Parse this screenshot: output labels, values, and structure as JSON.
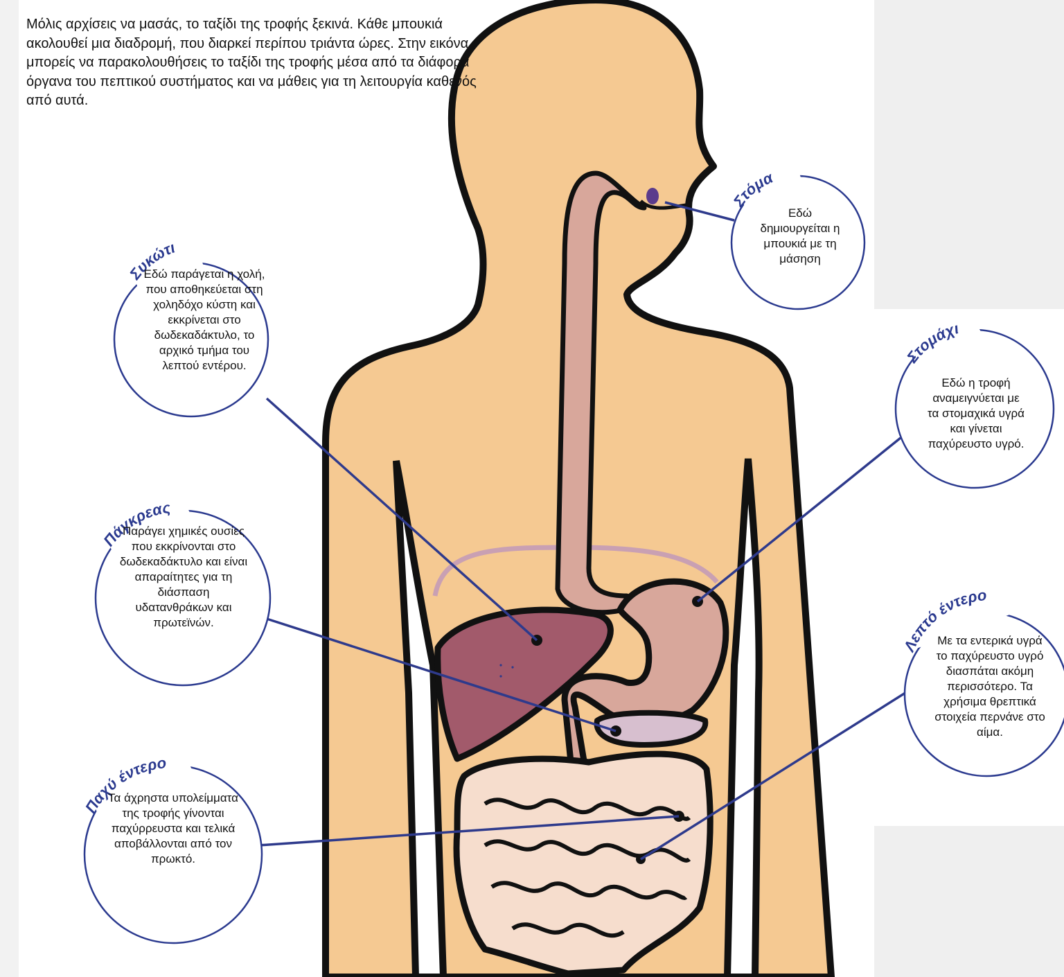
{
  "intro_text": "Μόλις αρχίσεις να μασάς, το ταξίδι της τροφής ξεκινά. Κάθε μπουκιά ακολουθεί μια διαδρομή, που διαρκεί περίπου τριάντα ώρες. Στην εικόνα μπορείς να παρακολουθήσεις το ταξίδι της τροφής μέσα από τα διάφορα όργανα του πεπτικού συστήματος και να μάθεις για τη λειτουργία καθενός από αυτά.",
  "organs": {
    "mouth": {
      "title": "Στόμα",
      "description": "Εδώ δημιουργείται η μπουκιά με τη μάσηση"
    },
    "liver": {
      "title": "Συκώτι",
      "description": "Εδώ παράγεται η χολή, που αποθηκεύεται στη χοληδόχο κύστη και εκκρίνεται στο δωδεκαδάκτυλο, το αρχικό τμήμα του λεπτού εντέρου."
    },
    "stomach": {
      "title": "Στομάχι",
      "description": "Εδώ η τροφή αναμειγνύεται με τα στομαχικά υγρά και γίνεται παχύρευστο υγρό."
    },
    "pancreas": {
      "title": "Πάγκρεας",
      "description": "Παράγει χημικές ουσίες που εκκρίνονται στο δωδεκαδάκτυλο και είναι απαραίτητες για τη διάσπαση υδατανθράκων και πρωτεϊνών."
    },
    "small_intestine": {
      "title": "Λεπτό έντερο",
      "description": "Με τα εντερικά υγρά το παχύρευστο υγρό διασπάται ακόμη περισσότερο. Τα χρήσιμα θρεπτικά στοιχεία περνάνε στο αίμα."
    },
    "large_intestine": {
      "title": "Παχύ έντερο",
      "description": "Τα άχρηστα υπολείμματα της τροφής γίνονται παχύρρευστα και τελικά αποβάλλονται από τον πρωκτό."
    }
  },
  "colors": {
    "skin": "#f5c992",
    "outline": "#111111",
    "esophagus": "#d8a79b",
    "liver": "#a25a6b",
    "stomach": "#d8a79b",
    "pancreas": "#d7bfcf",
    "intestine": "#f6ddcd",
    "diaphragm": "#c9a0b3",
    "leader_line": "#2e3a8c",
    "circle_stroke": "#2b3a8f"
  }
}
